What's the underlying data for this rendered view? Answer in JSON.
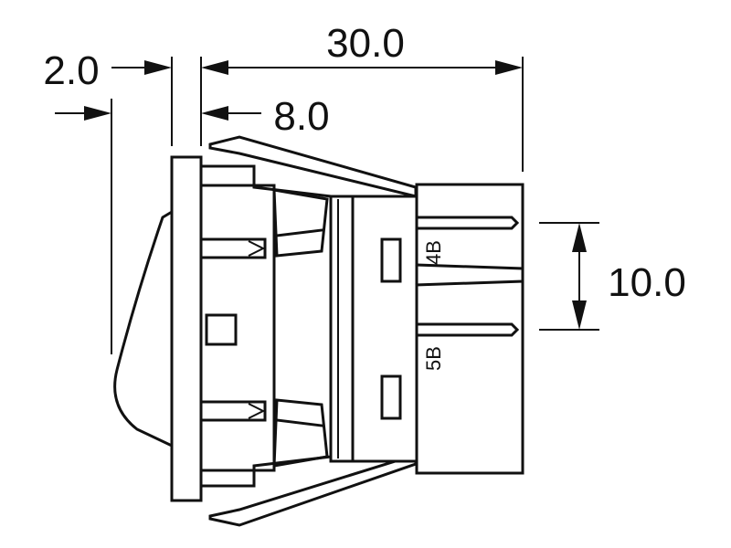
{
  "dimensions": {
    "width_overall": "30.0",
    "bezel_thickness": "2.0",
    "panel_gap": "8.0",
    "pin_pitch": "10.0"
  },
  "pins": {
    "upper": "4B",
    "lower": "5B"
  },
  "colors": {
    "line": "#111111",
    "background": "#ffffff"
  }
}
